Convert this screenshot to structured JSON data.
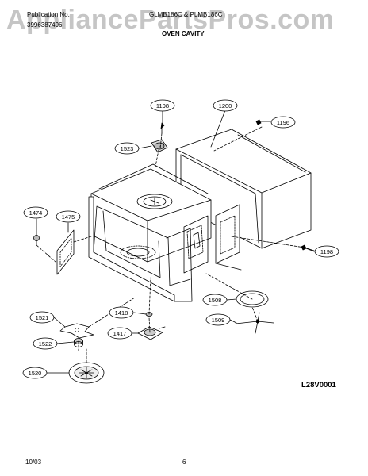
{
  "header": {
    "publication_label": "Publication No.",
    "publication_number": "3996387496",
    "models": "GLMB186C & PLMB186C",
    "section_title": "OVEN CAVITY"
  },
  "watermark": "AppliancePartsPros.com",
  "parts": [
    {
      "id": "p1198a",
      "label": "1198"
    },
    {
      "id": "p1200",
      "label": "1200"
    },
    {
      "id": "p1196",
      "label": "1196"
    },
    {
      "id": "p1523",
      "label": "1523"
    },
    {
      "id": "p1474",
      "label": "1474"
    },
    {
      "id": "p1475",
      "label": "1475"
    },
    {
      "id": "p1198b",
      "label": "1198"
    },
    {
      "id": "p1508",
      "label": "1508"
    },
    {
      "id": "p1418",
      "label": "1418"
    },
    {
      "id": "p1521",
      "label": "1521"
    },
    {
      "id": "p1509",
      "label": "1509"
    },
    {
      "id": "p1417",
      "label": "1417"
    },
    {
      "id": "p1522",
      "label": "1522"
    },
    {
      "id": "p1520",
      "label": "1520"
    }
  ],
  "diagram_code": "L28V0001",
  "footer": {
    "date": "10/03",
    "page": "6"
  }
}
